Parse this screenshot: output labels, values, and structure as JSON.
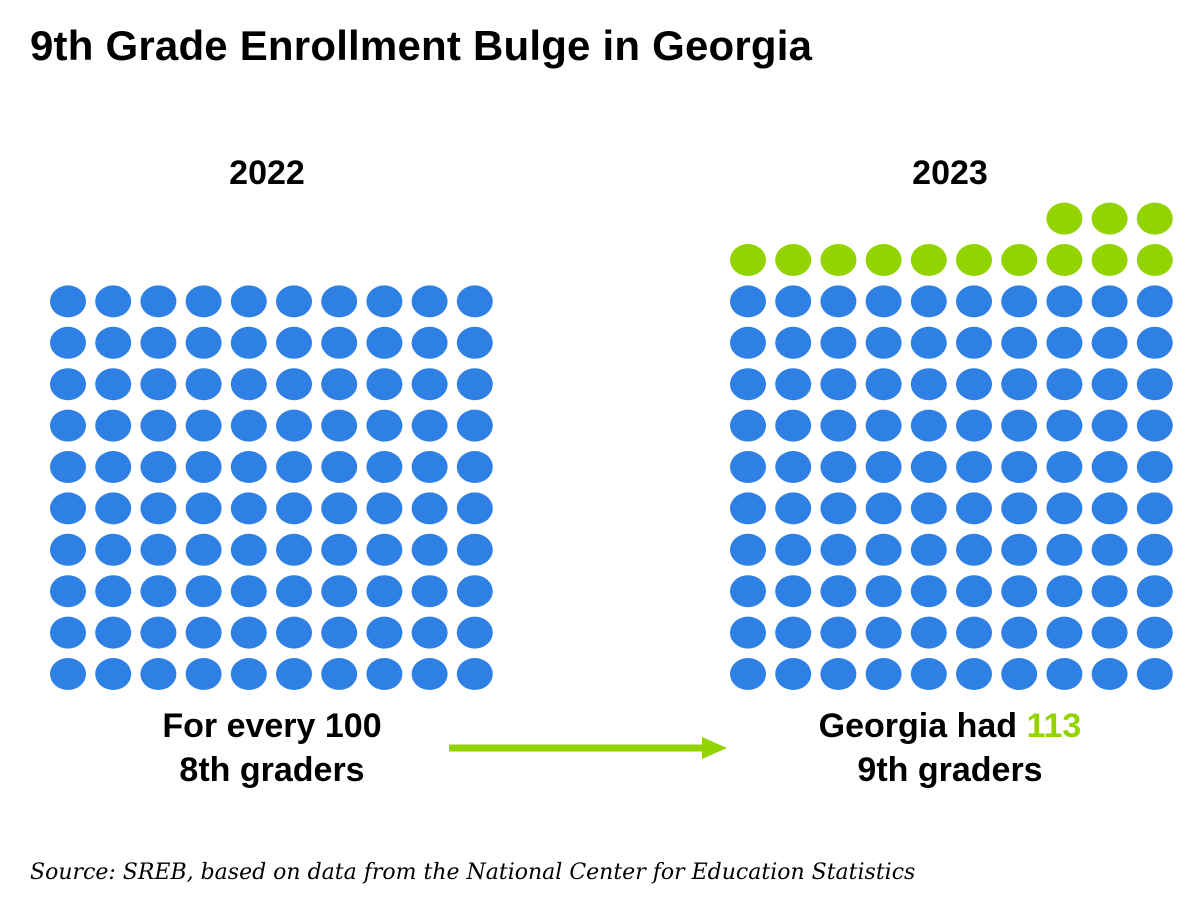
{
  "title": "9th Grade Enrollment Bulge in Georgia",
  "panels": {
    "left": {
      "year": "2022",
      "caption_line1": "For every 100",
      "caption_line2": "8th graders"
    },
    "right": {
      "year": "2023",
      "caption_prefix": "Georgia had ",
      "caption_number": "113",
      "caption_line2": "9th graders"
    }
  },
  "source": "Source: SREB, based on data from the National Center for Education Statistics",
  "colors": {
    "base_dot": "#2f80e4",
    "extra_dot": "#93d400",
    "arrow": "#93d400",
    "highlight_text": "#93d400"
  },
  "chart_data": {
    "type": "unit-dot",
    "dots_per_row": 10,
    "series": [
      {
        "year": "2022",
        "base": 100,
        "extra": 0
      },
      {
        "year": "2023",
        "base": 100,
        "extra": 13
      }
    ]
  }
}
